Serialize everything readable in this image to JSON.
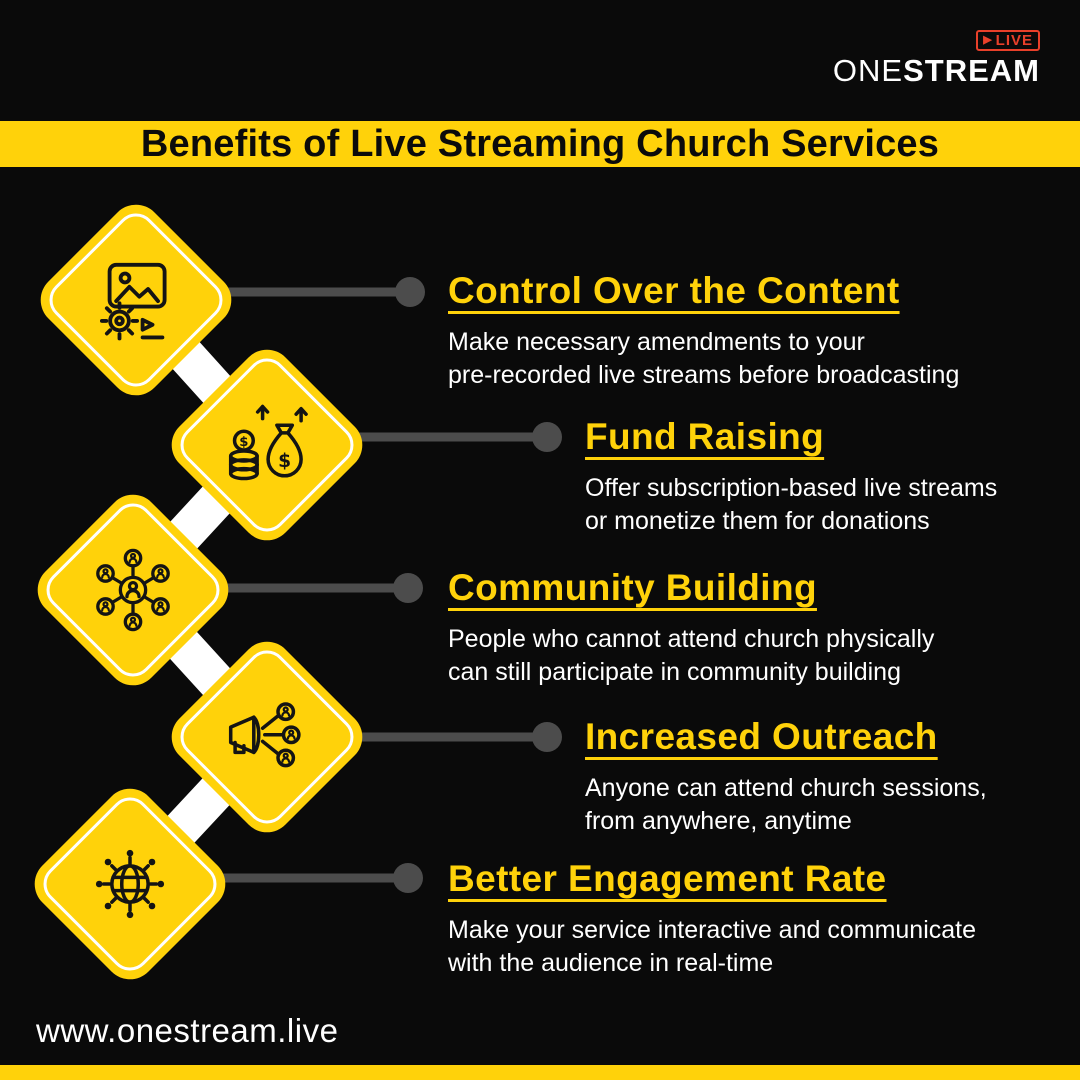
{
  "logo": {
    "one": "ONE",
    "stream": "STREAM",
    "live": "LIVE"
  },
  "banner": {
    "title": "Benefits of Live Streaming Church Services"
  },
  "benefits": [
    {
      "heading": "Control Over the Content",
      "lines": [
        "Make necessary amendments to your",
        "pre-recorded live streams before broadcasting"
      ],
      "icon": "content-control-icon"
    },
    {
      "heading": "Fund Raising",
      "lines": [
        "Offer subscription-based live streams",
        "or monetize them for donations"
      ],
      "icon": "fund-raising-icon"
    },
    {
      "heading": "Community Building",
      "lines": [
        "People who cannot attend church physically",
        "can still participate in community building"
      ],
      "icon": "community-building-icon"
    },
    {
      "heading": "Increased Outreach",
      "lines": [
        "Anyone can attend church sessions,",
        "from anywhere, anytime"
      ],
      "icon": "increased-outreach-icon"
    },
    {
      "heading": "Better Engagement Rate",
      "lines": [
        "Make your service interactive and communicate",
        "with the audience in real-time"
      ],
      "icon": "engagement-rate-icon"
    }
  ],
  "footer": {
    "website": "www.onestream.live"
  },
  "colors": {
    "yellow": "#FFD20A",
    "background": "#0A0A0A",
    "red": "#E8402A",
    "connector": "#4C4C4C"
  }
}
